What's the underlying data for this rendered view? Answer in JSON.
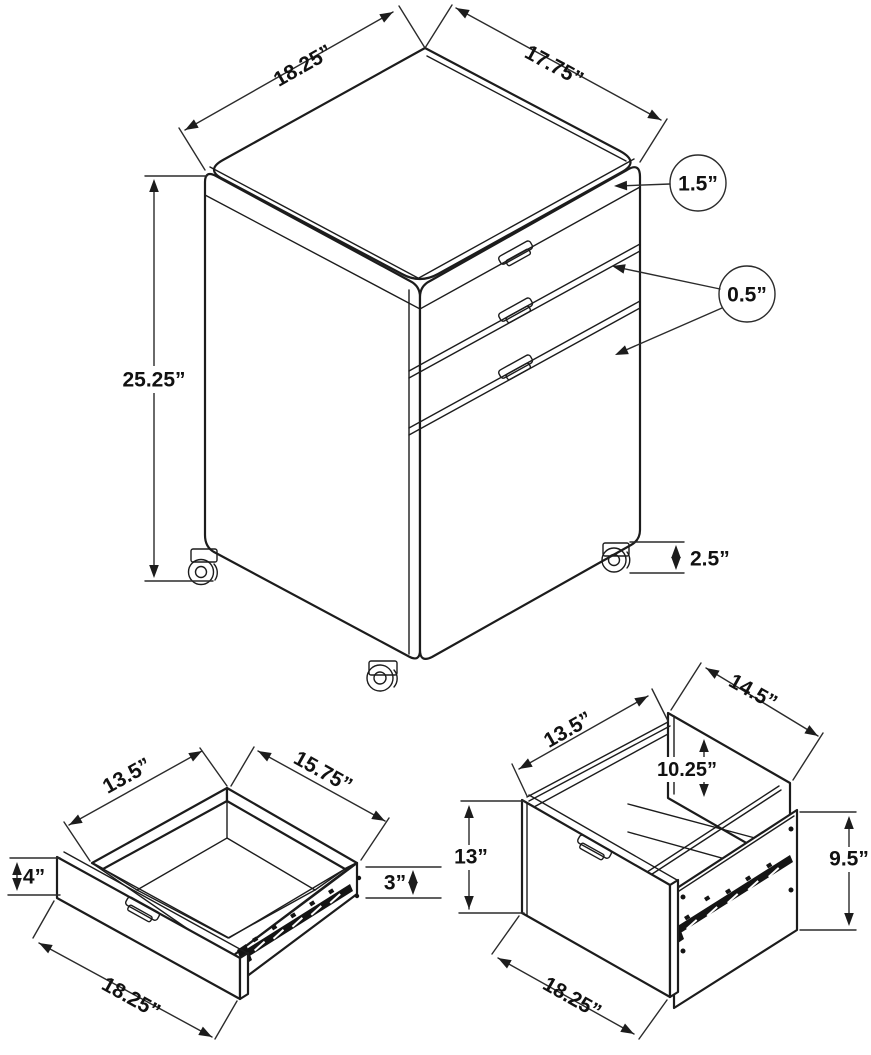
{
  "cabinet": {
    "depth_top": "18.25”",
    "width_top": "17.75”",
    "top_thickness": "1.5”",
    "drawer_gap": "0.5”",
    "height": "25.25”",
    "caster_height": "2.5”"
  },
  "small_drawer": {
    "inner_depth": "13.5”",
    "side_depth": "15.75”",
    "front_height": "4”",
    "side_height": "3”",
    "front_width": "18.25”"
  },
  "file_drawer": {
    "inner_depth": "13.5”",
    "back_width": "14.5”",
    "inner_height": "10.25”",
    "front_height": "13”",
    "side_height": "9.5”",
    "front_width": "18.25”"
  }
}
